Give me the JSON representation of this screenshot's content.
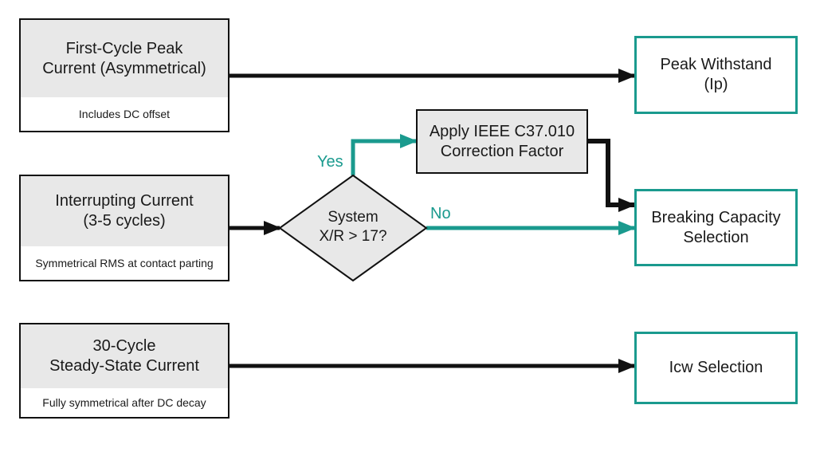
{
  "inputs": {
    "first_cycle": {
      "title": [
        "First-Cycle Peak",
        "Current (Asymmetrical)"
      ],
      "note": "Includes DC offset"
    },
    "interrupting": {
      "title": [
        "Interrupting Current",
        "(3-5 cycles)"
      ],
      "note": "Symmetrical RMS at contact parting"
    },
    "steady_state": {
      "title": [
        "30-Cycle",
        "Steady-State Current"
      ],
      "note": "Fully symmetrical after DC decay"
    }
  },
  "decision": {
    "label": [
      "System",
      "X/R > 17?"
    ],
    "yes_label": "Yes",
    "no_label": "No"
  },
  "correction": {
    "label": [
      "Apply IEEE C37.010",
      "Correction Factor"
    ]
  },
  "outputs": {
    "peak_withstand": {
      "label": [
        "Peak Withstand",
        "(Ip)"
      ]
    },
    "breaking_capacity": {
      "label": [
        "Breaking Capacity",
        "Selection"
      ]
    },
    "icw": {
      "label": [
        "Icw Selection"
      ]
    }
  },
  "colors": {
    "teal": "#1a9a8e",
    "black": "#111111",
    "box_fill": "#e8e8e8"
  }
}
